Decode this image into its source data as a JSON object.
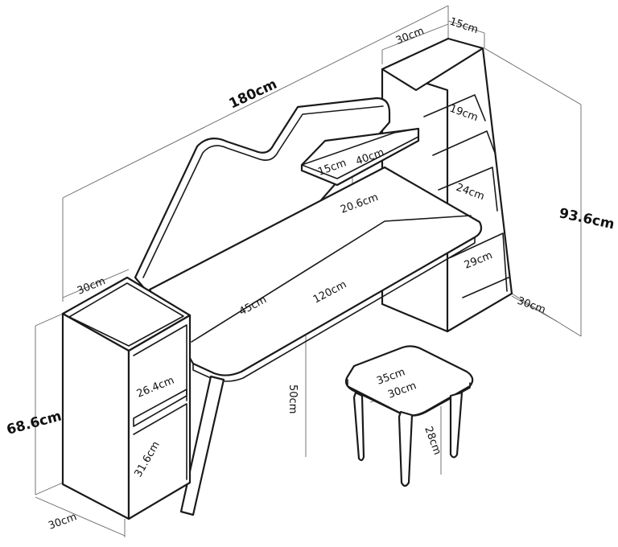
{
  "dimensions": {
    "total_width": "180cm",
    "shelf_unit_depth_top": "30cm",
    "shelf_unit_width_top": "15cm",
    "upper_shelf_height": "19cm",
    "middle_shelf_height": "24cm",
    "lower_shelf_height": "29cm",
    "shelf_unit_depth_bottom": "30cm",
    "total_height": "93.6cm",
    "small_shelf_depth": "15cm",
    "small_shelf_width": "40cm",
    "small_shelf_height": "20.6cm",
    "desk_length": "120cm",
    "desk_depth": "45cm",
    "desk_height": "50cm",
    "left_cabinet_top_depth": "30cm",
    "left_cabinet_height": "68.6cm",
    "left_cabinet_bottom_depth": "30cm",
    "cabinet_upper_compartment": "26.4cm",
    "cabinet_lower_compartment": "31.6cm",
    "stool_width": "35cm",
    "stool_depth": "30cm",
    "stool_height": "28cm"
  }
}
